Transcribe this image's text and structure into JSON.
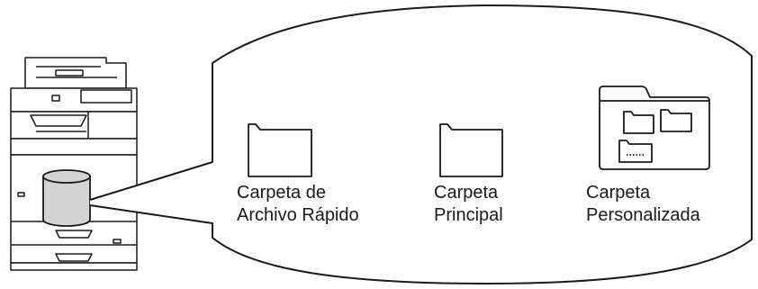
{
  "colors": {
    "stroke": "#1a1a1a",
    "disk_fill": "#d3d3d3",
    "background": "#ffffff"
  },
  "folders": [
    {
      "id": "quick-file",
      "icon": "folder-icon",
      "line1": "Carpeta de",
      "line2": "Archivo Rápido"
    },
    {
      "id": "main",
      "icon": "folder-icon",
      "line1": "Carpeta",
      "line2": "Principal"
    },
    {
      "id": "custom",
      "icon": "folder-with-subfolders-icon",
      "line1": "Carpeta",
      "line2": "Personalizada"
    }
  ]
}
